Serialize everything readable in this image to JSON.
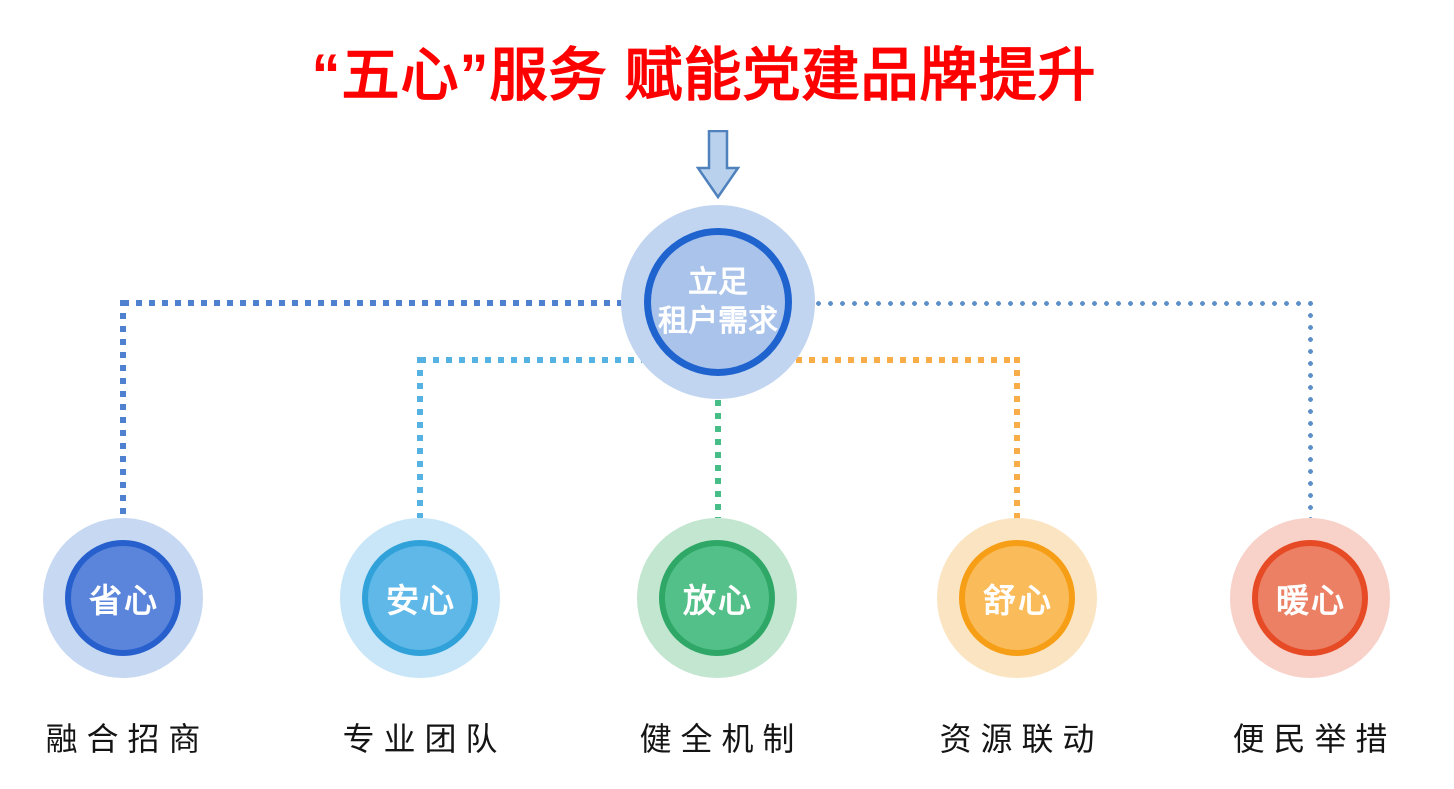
{
  "title": {
    "text": "“五心”服务 赋能党建品牌提升",
    "color": "#ff0000"
  },
  "arrow": {
    "fill": "#b9d1ec",
    "stroke": "#4f81bd"
  },
  "hub": {
    "label_line1": "立足",
    "label_line2": "租户需求",
    "halo_color": "#c2d5f0",
    "border_color": "#1f63cf",
    "fill_color": "#a9c3ea"
  },
  "nodes": [
    {
      "circle_label": "省心",
      "caption": "融 合 招 商",
      "halo_color": "#c6d8f2",
      "border_color": "#2760cd",
      "fill_color": "#5b85db",
      "connector_color": "#4e82d0"
    },
    {
      "circle_label": "安心",
      "caption": "专 业 团 队",
      "halo_color": "#c8e6f7",
      "border_color": "#31a2d9",
      "fill_color": "#5fb8e7",
      "connector_color": "#55b2e2"
    },
    {
      "circle_label": "放心",
      "caption": "健 全 机 制",
      "halo_color": "#c2e6cf",
      "border_color": "#2fa767",
      "fill_color": "#54c089",
      "connector_color": "#47bd87"
    },
    {
      "circle_label": "舒心",
      "caption": "资 源 联 动",
      "halo_color": "#fbe4c1",
      "border_color": "#f69f16",
      "fill_color": "#fabb5b",
      "connector_color": "#f8ad49"
    },
    {
      "circle_label": "暖心",
      "caption": "便 民 举 措",
      "halo_color": "#f8d1c8",
      "border_color": "#e64b26",
      "fill_color": "#eb8065",
      "connector_color": "#5d8fc8"
    }
  ]
}
